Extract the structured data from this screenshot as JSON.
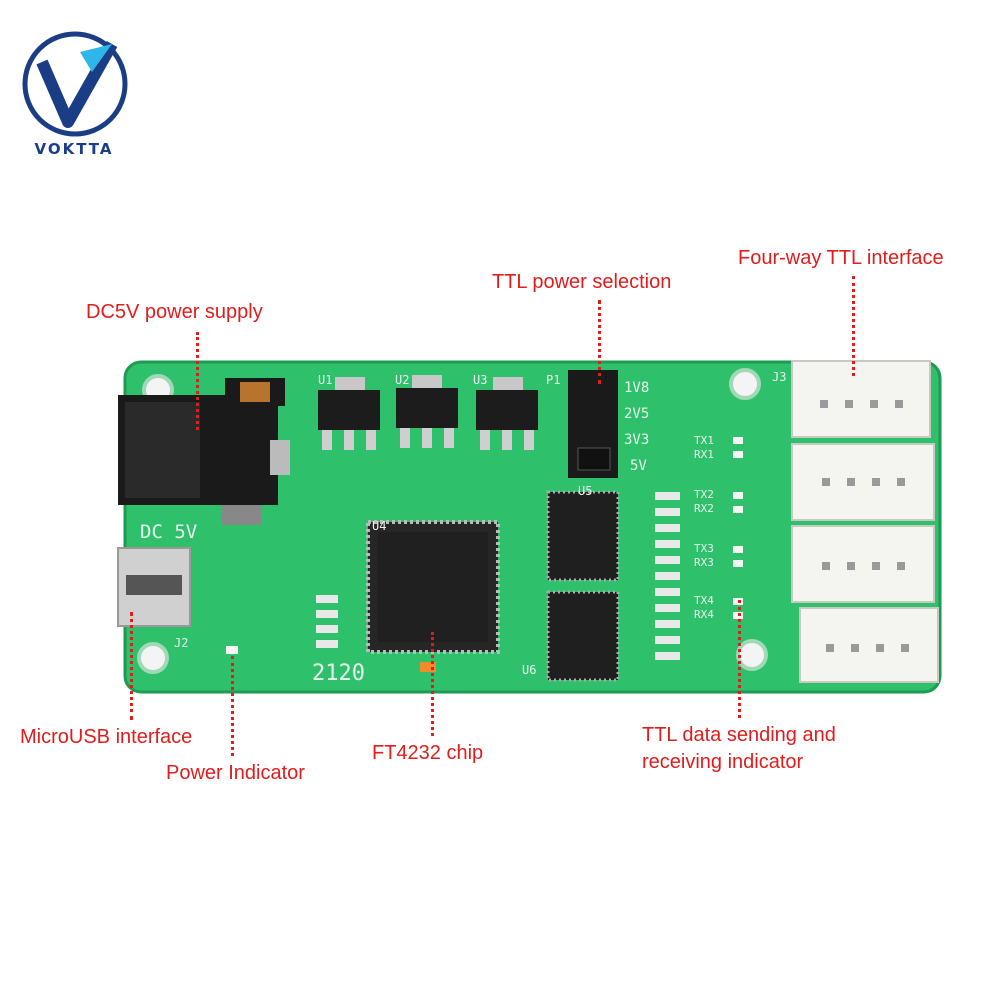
{
  "brand": {
    "name": "VOKTTA",
    "colors": {
      "primary": "#1b3d86",
      "accent": "#2fb6e8"
    }
  },
  "board": {
    "pcb_color": "#2ec06a",
    "labels": {
      "dc5v": "DC 5V",
      "date_code": "2120",
      "j3": "J3",
      "j2": "J2",
      "p1": "P1",
      "u1": "U1",
      "u2": "U2",
      "u3": "U3",
      "u4": "U4",
      "u5": "U5",
      "u6": "U6",
      "jumper": [
        "1V8",
        "2V5",
        "3V3",
        "5V"
      ],
      "tx_rx": [
        "TX1",
        "RX1",
        "TX2",
        "RX2",
        "TX3",
        "RX3",
        "TX4",
        "RX4"
      ]
    }
  },
  "callouts": {
    "dc_power": "DC5V power supply",
    "ttl_power": "TTL power selection",
    "four_way": "Four-way TTL interface",
    "microusb": "MicroUSB interface",
    "power_indicator": "Power Indicator",
    "ft4232": "FT4232 chip",
    "ttl_data_line1": "TTL data sending and",
    "ttl_data_line2": "receiving indicator"
  },
  "colors": {
    "callout": "#e11c1c"
  }
}
